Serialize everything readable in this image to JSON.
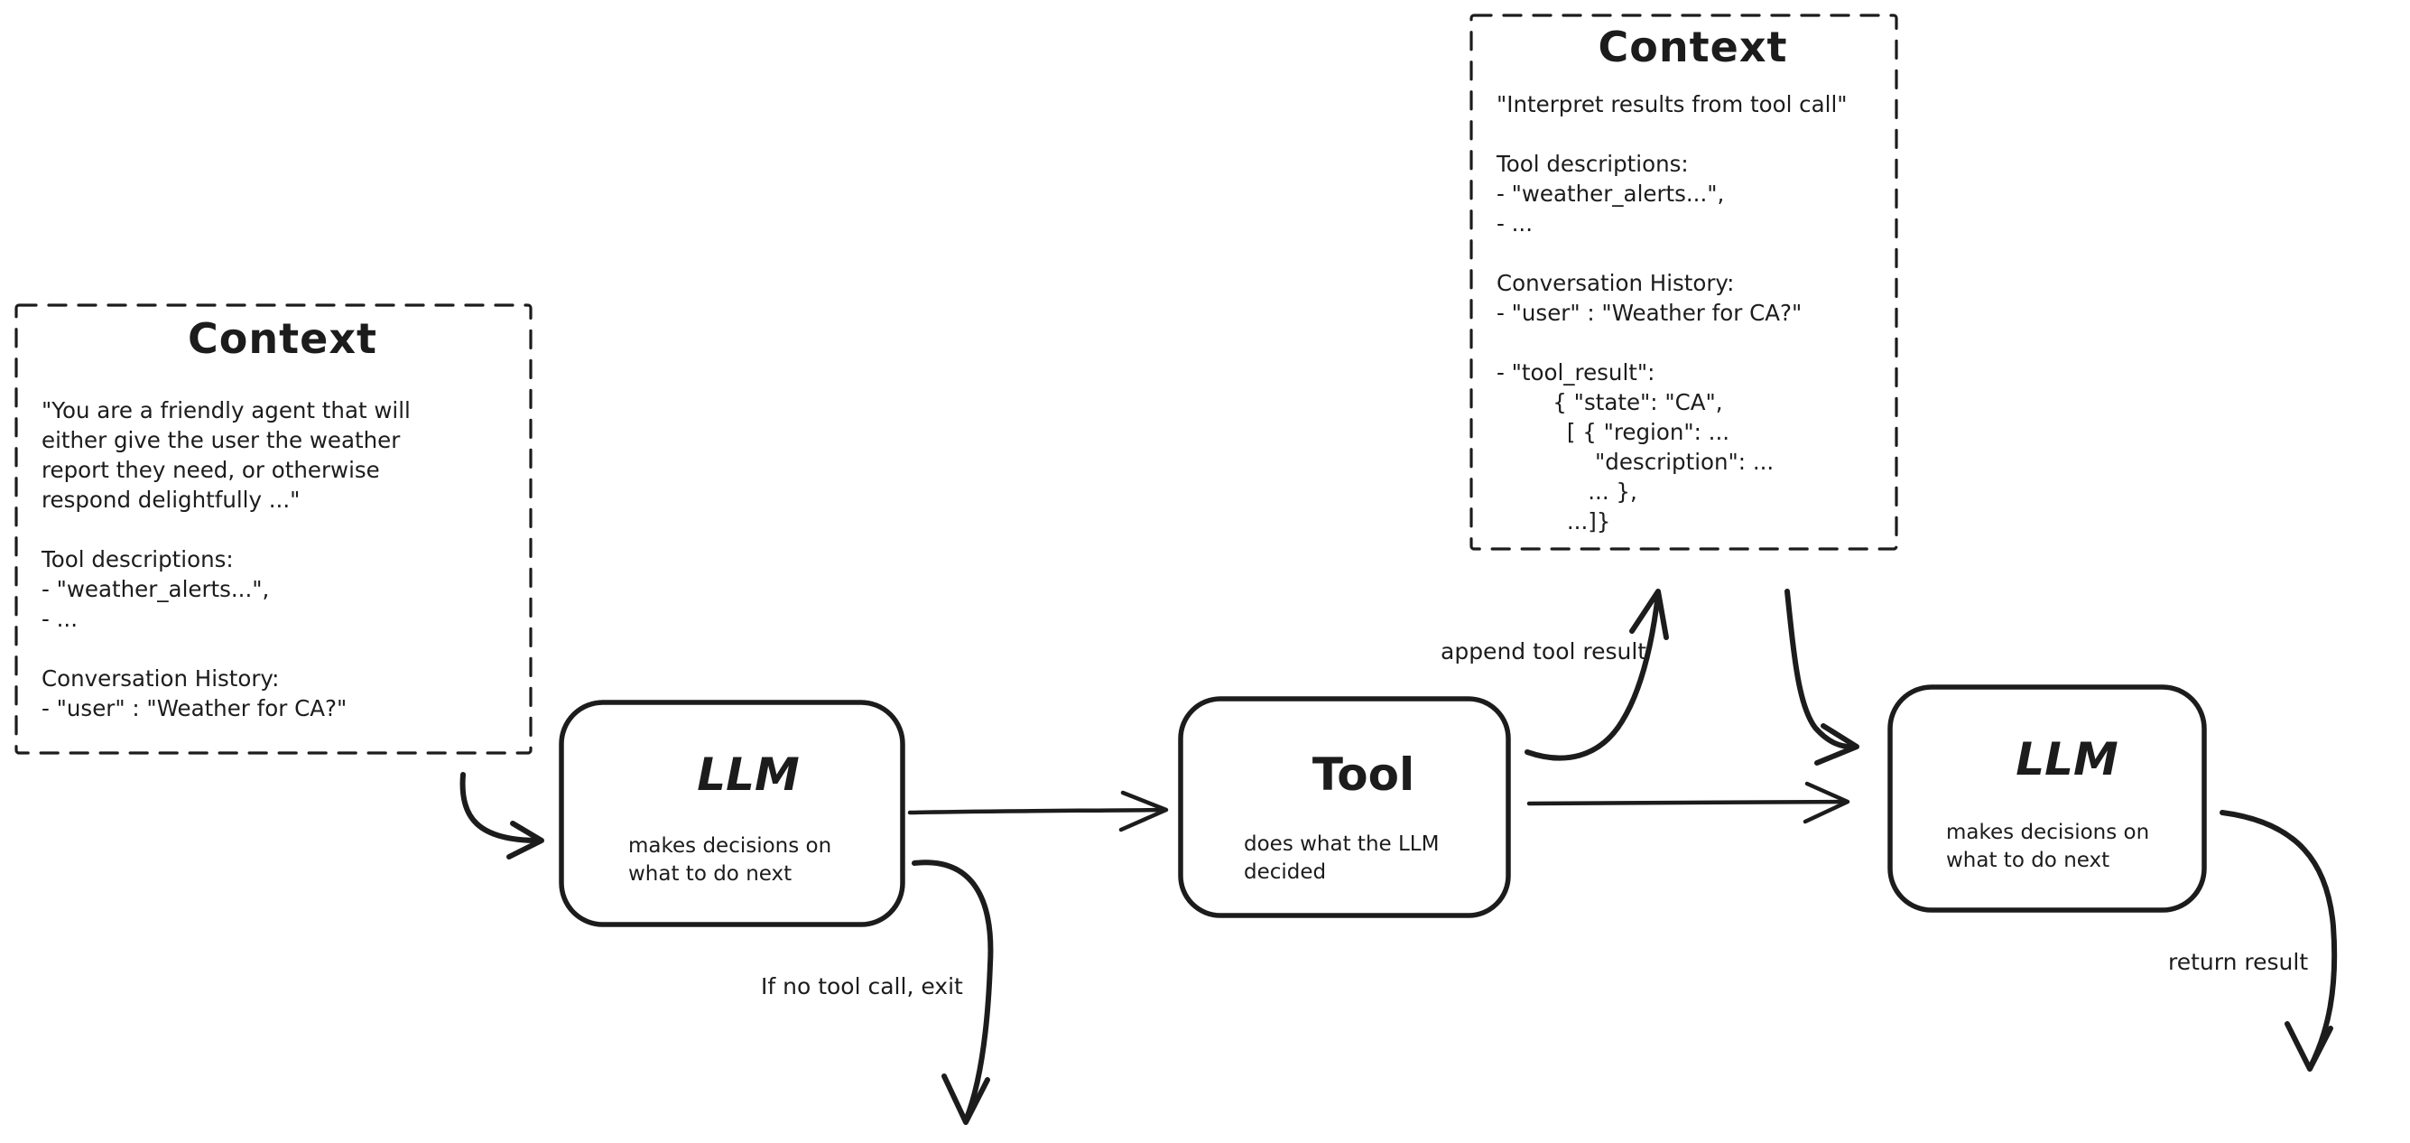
{
  "diagram": {
    "context1": {
      "title": "Context",
      "body": "\"You are a friendly agent that will\neither give the user the weather\nreport they need, or otherwise\nrespond delightfully ...\"\n\nTool descriptions:\n- \"weather_alerts...\",\n- ...\n\nConversation History:\n- \"user\" : \"Weather for CA?\""
    },
    "context2": {
      "title": "Context",
      "body": "\"Interpret results from tool call\"\n\nTool descriptions:\n- \"weather_alerts...\",\n- ...\n\nConversation History:\n- \"user\" : \"Weather for CA?\"\n\n- \"tool_result\":\n        { \"state\": \"CA\",\n          [ { \"region\": ...\n              \"description\": ...\n             ... },\n          ...]}"
    },
    "llm1": {
      "title": "LLM",
      "subtitle": "makes decisions on\nwhat to do next"
    },
    "tool": {
      "title": "Tool",
      "subtitle": "does what the LLM\ndecided"
    },
    "llm2": {
      "title": "LLM",
      "subtitle": "makes decisions on\nwhat to do next"
    },
    "labels": {
      "append_tool_result": "append tool result",
      "if_no_tool_call_exit": "If no tool call, exit",
      "return_result": "return result"
    },
    "colors": {
      "ink": "#1c1c1c",
      "background": "#ffffff"
    }
  }
}
